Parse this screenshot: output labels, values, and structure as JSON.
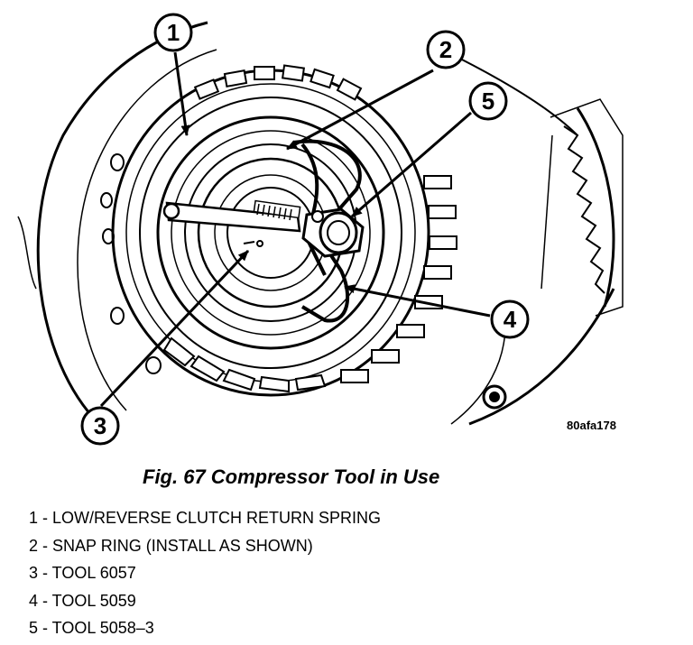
{
  "figure": {
    "code": "80afa178",
    "caption": "Fig. 67 Compressor Tool in Use"
  },
  "callouts": [
    "1",
    "2",
    "3",
    "4",
    "5"
  ],
  "legend": [
    "1 - LOW/REVERSE CLUTCH RETURN SPRING",
    "2 - SNAP RING (INSTALL AS SHOWN)",
    "3 - TOOL 6057",
    "4 - TOOL 5059",
    "5 - TOOL 5058–3"
  ]
}
